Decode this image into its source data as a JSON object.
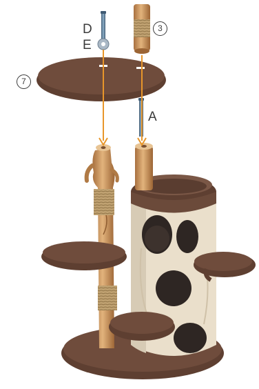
{
  "labels": {
    "bolt_d": "D",
    "washer_e": "E",
    "post_num": "3",
    "platform_num": "7",
    "bolt_a": "A"
  },
  "colors": {
    "brown_carpet": "#6b4a3a",
    "beige_carpet": "#ede3d2",
    "sisal": "#b89a6a",
    "wood": "#c9925a",
    "arrow": "#e8962a",
    "bolt": "#5a7a95"
  }
}
